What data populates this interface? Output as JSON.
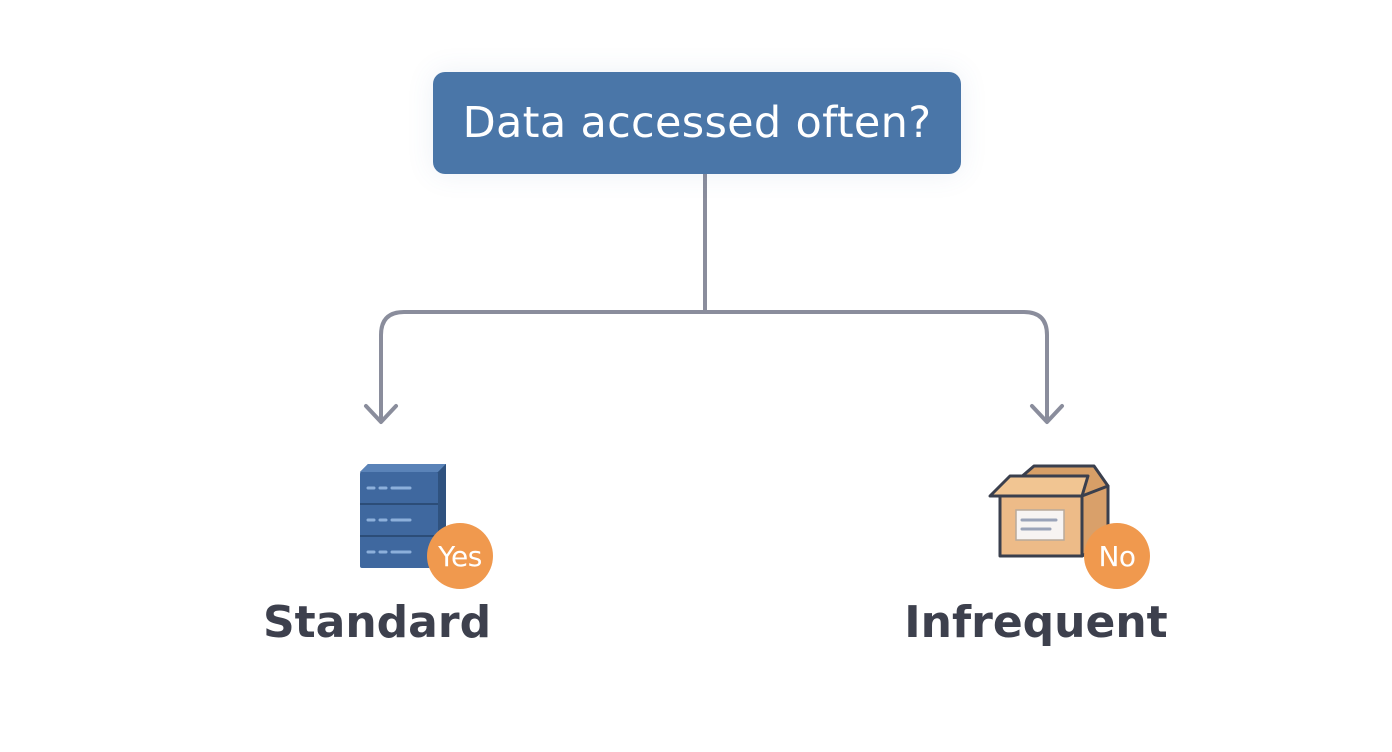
{
  "colors": {
    "question_fill": "#4a76a8",
    "connector": "#8a8d9c",
    "badge": "#f0994e",
    "label": "#3d404d",
    "server": "#3f689f",
    "box": "#e9b784"
  },
  "question": {
    "text": "Data accessed often?"
  },
  "outcomes": {
    "yes": {
      "badge": "Yes",
      "label": "Standard",
      "icon": "server-rack-icon"
    },
    "no": {
      "badge": "No",
      "label": "Infrequent",
      "icon": "archive-box-icon"
    }
  }
}
